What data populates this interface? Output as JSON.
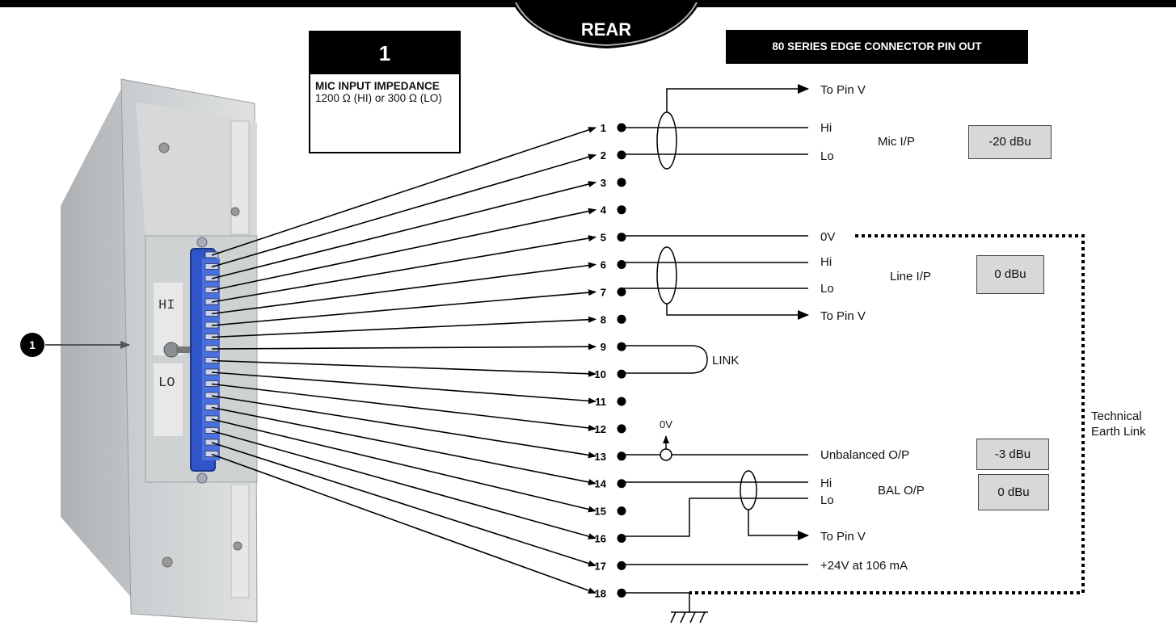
{
  "header": {
    "rear_tab": "REAR",
    "pinout_title": "80 SERIES EDGE CONNECTOR PIN OUT"
  },
  "callout": {
    "number": "1",
    "title": "MIC INPUT IMPEDANCE",
    "description": "1200 Ω (HI) or 300 Ω (LO)",
    "marker": "1"
  },
  "module": {
    "switch_hi": "HI",
    "switch_lo": "LO"
  },
  "pins": [
    "1",
    "2",
    "3",
    "4",
    "5",
    "6",
    "7",
    "8",
    "9",
    "10",
    "11",
    "12",
    "13",
    "14",
    "15",
    "16",
    "17",
    "18"
  ],
  "labels": {
    "to_pin_v_1": "To Pin V",
    "mic_hi": "Hi",
    "mic_lo": "Lo",
    "mic_ip": "Mic I/P",
    "zero_v": "0V",
    "line_hi": "Hi",
    "line_lo": "Lo",
    "line_ip": "Line I/P",
    "to_pin_v_2": "To Pin V",
    "link": "LINK",
    "zero_v_small": "0V",
    "unbalanced_op": "Unbalanced O/P",
    "bal_hi": "Hi",
    "bal_lo": "Lo",
    "bal_op": "BAL O/P",
    "to_pin_v_3": "To Pin V",
    "supply": "+24V at 106 mA",
    "tech_earth_1": "Technical",
    "tech_earth_2": "Earth Link"
  },
  "levels": {
    "mic": "-20 dBu",
    "line": "0 dBu",
    "unbalanced": "-3 dBu",
    "balanced": "0 dBu"
  }
}
